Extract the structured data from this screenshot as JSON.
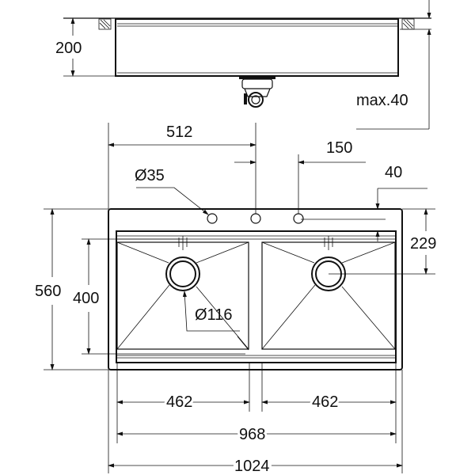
{
  "side_view": {
    "depth": "200",
    "counter_thickness": "max.40"
  },
  "top_view": {
    "tap_hole_offset": "512",
    "tap_hole_spacing": "150",
    "hole_diameter": "Ø35",
    "rim_offset": "40",
    "drain_offset": "229",
    "drain_diameter": "Ø116",
    "overall_depth": "560",
    "bowl_depth": "400",
    "bowl_width_left": "462",
    "bowl_width_right": "462",
    "inner_width": "968",
    "overall_width": "1024"
  }
}
